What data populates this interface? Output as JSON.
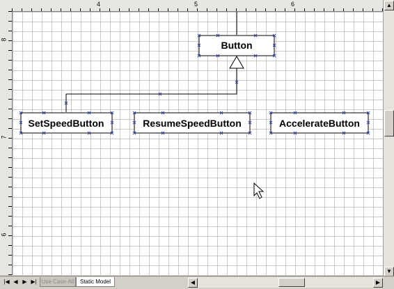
{
  "ruler": {
    "top_labels": [
      "4",
      "5",
      "6"
    ],
    "left_labels": [
      "8",
      "7",
      "6"
    ]
  },
  "diagram": {
    "classes": [
      {
        "id": "button",
        "name": "Button"
      },
      {
        "id": "setspeed",
        "name": "SetSpeedButton"
      },
      {
        "id": "resume",
        "name": "ResumeSpeedButton"
      },
      {
        "id": "accelerate",
        "name": "AccelerateButton"
      }
    ]
  },
  "tabs": {
    "items": [
      {
        "label": "Use Case-All",
        "active": false
      },
      {
        "label": "Static Model",
        "active": true
      }
    ]
  },
  "icons": {
    "first": "first-page-icon",
    "prev": "prev-page-icon",
    "next": "next-page-icon",
    "last": "last-page-icon",
    "pointer": "mouse-pointer-icon"
  }
}
